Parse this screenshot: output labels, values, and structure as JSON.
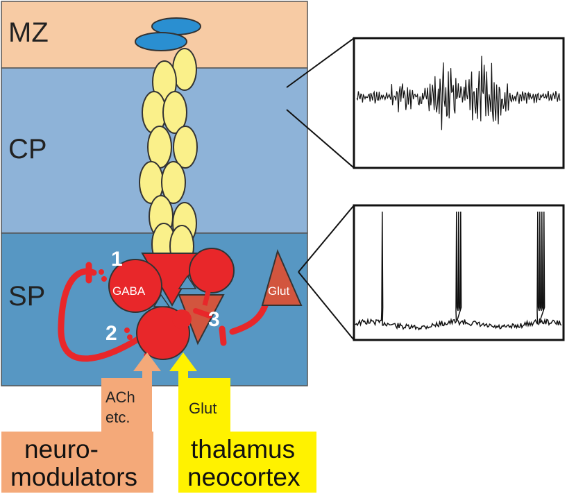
{
  "layers": [
    {
      "id": "mz",
      "label": "MZ",
      "color": "#F7CBA4"
    },
    {
      "id": "cp",
      "label": "CP",
      "color": "#8EB3D8"
    },
    {
      "id": "sp",
      "label": "SP",
      "color": "#5797C3"
    }
  ],
  "cells": {
    "gaba_label": "GABA",
    "glut_label": "Glut",
    "gaba_color": "#E8272A",
    "glut_color": "#D2553E",
    "radial_glia_color": "#FAF08A",
    "cajal_retzius_color": "#2A8FD1"
  },
  "synapse_numbers": [
    "1",
    "2",
    "3"
  ],
  "inputs": {
    "neuromodulators": {
      "arrow_label_line1": "ACh",
      "arrow_label_line2": "etc.",
      "title_line1": "neuro-",
      "title_line2": "modulators",
      "color": "#F4A979"
    },
    "thalamus": {
      "arrow_label": "Glut",
      "title_line1": "thalamus",
      "title_line2": "neocortex",
      "color": "#FFF200"
    }
  },
  "traces": [
    "oscillatory burst activity",
    "spontaneous spiking activity"
  ]
}
